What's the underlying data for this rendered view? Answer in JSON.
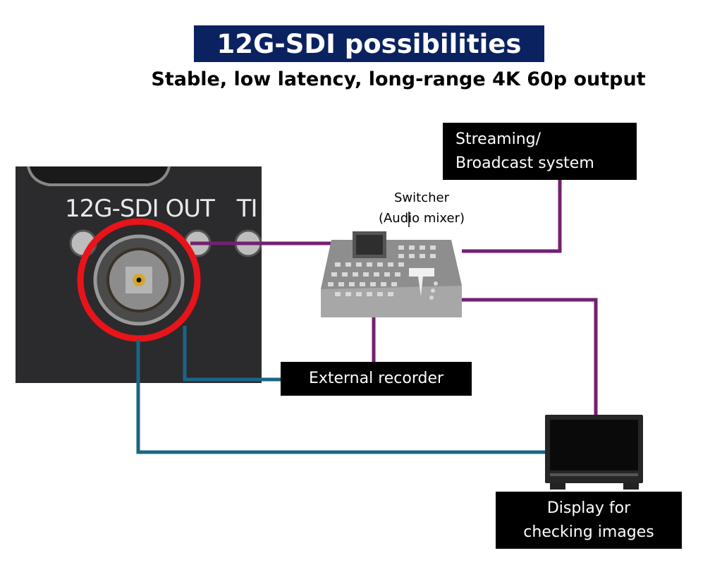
{
  "title": "12G-SDI possibilities",
  "subtitle": "Stable, low latency, long-range 4K 60p output",
  "camera_panel": {
    "port_label": "12G-SDI OUT",
    "next_label": "TI"
  },
  "switcher": {
    "line1": "Switcher",
    "line2": "(Audio mixer)"
  },
  "streaming": {
    "line1": "Streaming/",
    "line2": "Broadcast system"
  },
  "recorder": {
    "label": "External recorder"
  },
  "display": {
    "line1": "Display for",
    "line2": "checking images"
  },
  "colors": {
    "title_bg": "#0b2261",
    "purple_line": "#74206f",
    "blue_line": "#1b6584",
    "highlight": "#e8141a"
  }
}
